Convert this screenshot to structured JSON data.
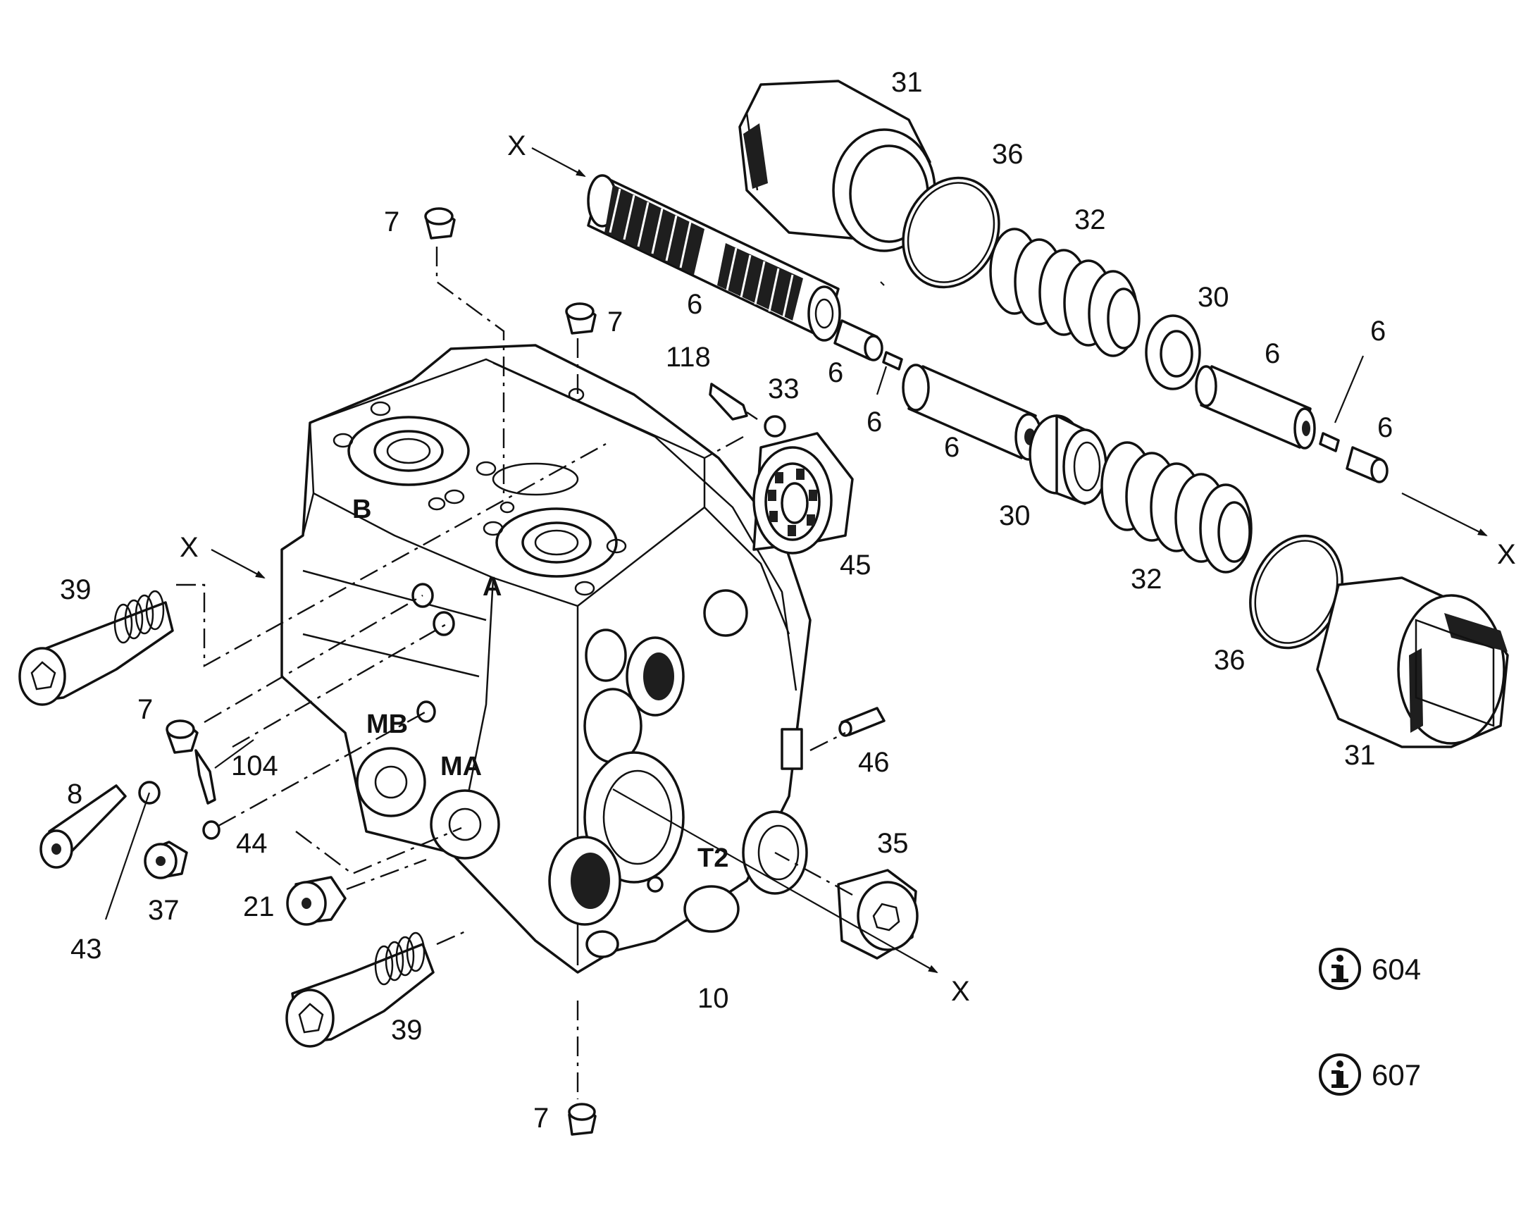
{
  "callouts": {
    "c31a": "31",
    "c36a": "36",
    "c32a": "32",
    "c30a": "30",
    "c6a": "6",
    "c6b": "6",
    "c6c": "6",
    "c6d": "6",
    "c6e": "6",
    "c6f": "6",
    "c6g": "6",
    "c7a": "7",
    "c7b": "7",
    "c7c": "7",
    "c7d": "7",
    "c118": "118",
    "c33": "33",
    "c45": "45",
    "c30b": "30",
    "c32b": "32",
    "c36b": "36",
    "c31b": "31",
    "c46": "46",
    "c35": "35",
    "c10": "10",
    "c39a": "39",
    "c39b": "39",
    "c104": "104",
    "c8": "8",
    "c44": "44",
    "c43": "43",
    "c37": "37",
    "c21": "21"
  },
  "section_marks": {
    "x1": "X",
    "x2": "X",
    "x3": "X",
    "x4": "X"
  },
  "port_stamps": {
    "b": "B",
    "a": "A",
    "mb": "MB",
    "ma": "MA",
    "t2": "T2"
  },
  "info_refs": [
    {
      "icon": "info-icon",
      "number": "604"
    },
    {
      "icon": "info-icon",
      "number": "607"
    }
  ],
  "colors": {
    "ink": "#111111",
    "background": "#ffffff"
  }
}
